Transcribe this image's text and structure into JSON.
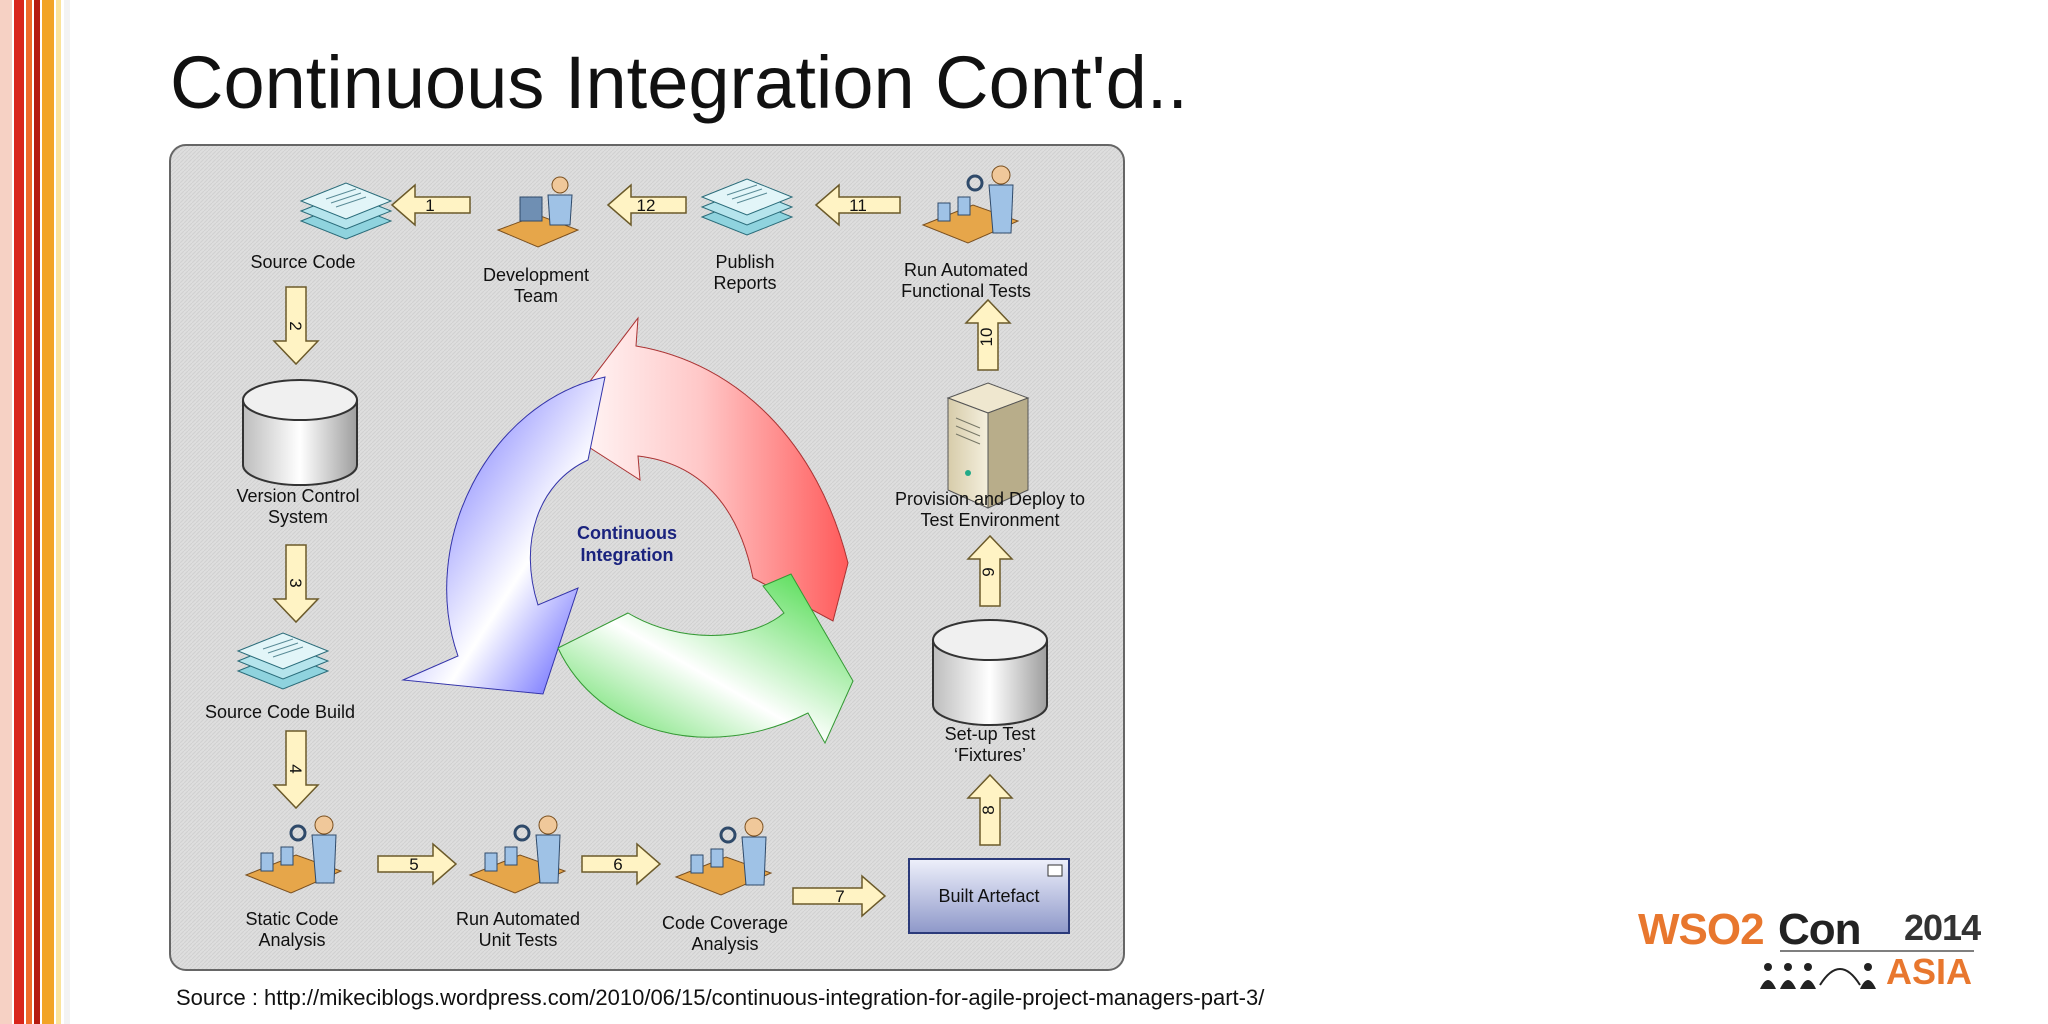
{
  "slide": {
    "title": "Continuous Integration Cont'd..",
    "source": "Source : http://mikeciblogs.wordpress.com/2010/06/15/continuous-integration-for-agile-project-managers-part-3/"
  },
  "diagram": {
    "center_label": [
      "Continuous",
      "Integration"
    ],
    "nodes": {
      "source_code": [
        "Source Code"
      ],
      "development_team": [
        "Development",
        "Team"
      ],
      "publish_reports": [
        "Publish",
        "Reports"
      ],
      "run_functional_tests": [
        "Run Automated",
        "Functional Tests"
      ],
      "version_control": [
        "Version Control",
        "System"
      ],
      "provision_deploy": [
        "Provision and Deploy to",
        "Test Environment"
      ],
      "source_code_build": [
        "Source Code Build"
      ],
      "setup_fixtures": [
        "Set-up Test",
        "‘Fixtures’"
      ],
      "static_code_analysis": [
        "Static Code",
        "Analysis"
      ],
      "run_unit_tests": [
        "Run Automated",
        "Unit Tests"
      ],
      "code_coverage": [
        "Code Coverage",
        "Analysis"
      ],
      "built_artefact": [
        "Built Artefact"
      ]
    },
    "arrows": {
      "a1": "1",
      "a2": "2",
      "a3": "3",
      "a4": "4",
      "a5": "5",
      "a6": "6",
      "a7": "7",
      "a8": "8",
      "a9": "9",
      "a10": "10",
      "a11": "11",
      "a12": "12"
    }
  },
  "logo": {
    "brand_a": "WSO2",
    "brand_b": "Con",
    "year": "2014",
    "region": "ASIA"
  },
  "colors": {
    "arrow_fill": "#fff3c4",
    "arrow_stroke": "#6b5a2a",
    "panel_bg": "#dcdcdc",
    "center_text": "#1a237e"
  }
}
